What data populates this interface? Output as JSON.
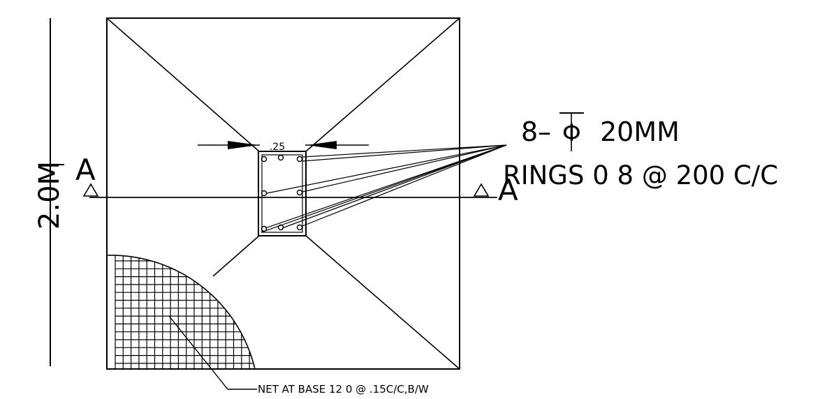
{
  "drawing": {
    "dimension_label": "2.0M",
    "column_width_label": ".25",
    "section_marker_left": "A",
    "section_marker_right": "A",
    "main_bars_prefix": "8–",
    "main_bars_symbol": "Φ",
    "main_bars_size": "20MM",
    "rings_label": "RINGS 0 8 @ 200 C/C",
    "net_label": "NET AT BASE 12 0 @ .15C/C,B/W"
  },
  "colors": {
    "line": "#000000",
    "background": "#ffffff"
  }
}
